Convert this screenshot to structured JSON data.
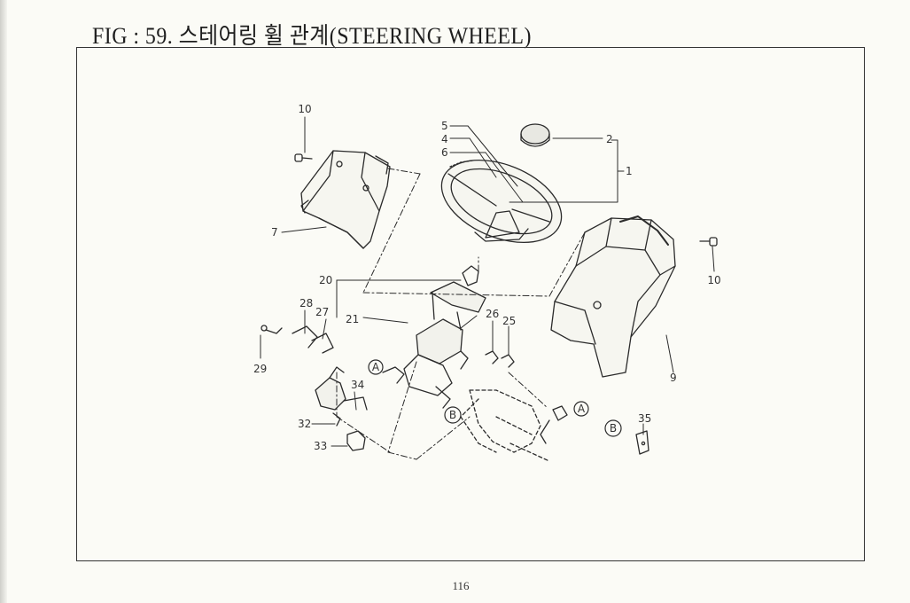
{
  "figure": {
    "title": "FIG : 59. 스테어링 휠 관계(STEERING WHEEL)"
  },
  "callouts": {
    "c1": "1",
    "c2": "2",
    "c4": "4",
    "c5": "5",
    "c6": "6",
    "c7": "7",
    "c9": "9",
    "c10a": "10",
    "c10b": "10",
    "c20": "20",
    "c21": "21",
    "c25": "25",
    "c26": "26",
    "c27": "27",
    "c28": "28",
    "c29": "29",
    "c32": "32",
    "c33": "33",
    "c34": "34",
    "c35": "35"
  },
  "reference_markers": {
    "a1": "A",
    "a2": "A",
    "b1": "B",
    "b2": "B"
  },
  "page_number": "116"
}
